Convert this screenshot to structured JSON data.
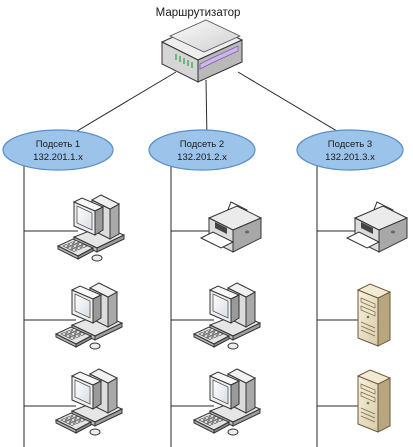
{
  "router": {
    "label": "Маршрутизатор",
    "icon": "router-icon"
  },
  "subnets": [
    {
      "name": "Подсеть 1",
      "address": "132.201.1.x",
      "devices": [
        "workstation-icon",
        "workstation-icon",
        "workstation-icon"
      ]
    },
    {
      "name": "Подсеть 2",
      "address": "132.201.2.x",
      "devices": [
        "printer-icon",
        "workstation-icon",
        "workstation-icon"
      ]
    },
    {
      "name": "Подсеть 3",
      "address": "132.201.3.x",
      "devices": [
        "printer-icon",
        "server-icon",
        "server-icon"
      ]
    }
  ],
  "colors": {
    "ellipse_fill": "#9cc3e9",
    "ellipse_stroke": "#5b8fc7",
    "line": "#2a2a2a"
  }
}
